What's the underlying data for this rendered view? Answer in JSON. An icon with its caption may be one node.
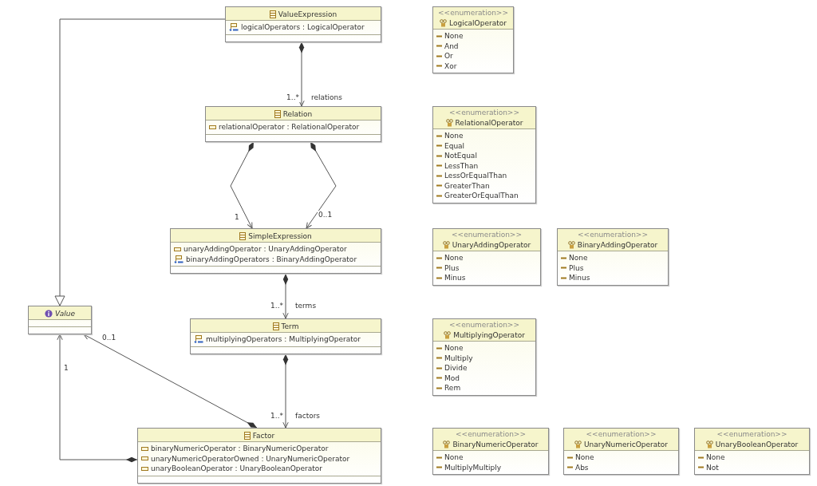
{
  "diagram": {
    "nodes": [
      {
        "text": [
          "ValueExpression",
          "logicalOperators : LogicalOperator"
        ]
      },
      {
        "text": [
          "Relation",
          "relationalOperator : RelationalOperator"
        ]
      },
      {
        "text": [
          "SimpleExpression",
          "unaryAddingOperator : UnaryAddingOperator",
          "binaryAddingOperators : BinaryAddingOperator"
        ]
      },
      {
        "text": [
          "Term",
          "multiplyingOperators : MultiplyingOperator"
        ]
      },
      {
        "text": [
          "Value"
        ]
      },
      {
        "text": [
          "Factor",
          "binaryNumericOperator : BinaryNumericOperator",
          "unaryNumericOperatorOwned : UnaryNumericOperator",
          "unaryBooleanOperator : UnaryBooleanOperator"
        ]
      },
      {
        "text": [
          "<<enumeration>>",
          "LogicalOperator",
          "None",
          "And",
          "Or",
          "Xor"
        ]
      },
      {
        "text": [
          "<<enumeration>>",
          "RelationalOperator",
          "None",
          "Equal",
          "NotEqual",
          "LessThan",
          "LessOrEqualThan",
          "GreaterThan",
          "GreaterOrEqualThan"
        ]
      },
      {
        "text": [
          "<<enumeration>>",
          "UnaryAddingOperator",
          "None",
          "Plus",
          "Minus"
        ]
      },
      {
        "text": [
          "<<enumeration>>",
          "BinaryAddingOperator",
          "None",
          "Plus",
          "Minus"
        ]
      },
      {
        "text": [
          "<<enumeration>>",
          "MultiplyingOperator",
          "None",
          "Multiply",
          "Divide",
          "Mod",
          "Rem"
        ]
      },
      {
        "text": [
          "<<enumeration>>",
          "BinaryNumericOperator",
          "None",
          "MultiplyMultiply"
        ]
      },
      {
        "text": [
          "<<enumeration>>",
          "UnaryNumericOperator",
          "None",
          "Abs"
        ]
      },
      {
        "text": [
          "<<enumeration>>",
          "UnaryBooleanOperator",
          "None",
          "Not"
        ]
      }
    ],
    "edges": [
      {
        "from": 0,
        "to": 4,
        "arrow": "to"
      },
      {
        "from": 0,
        "to": 1,
        "arrow": "to",
        "label": "relations"
      },
      {
        "from": 1,
        "to": 2,
        "arrow": "to",
        "label": "1"
      },
      {
        "from": 1,
        "to": 2,
        "arrow": "to",
        "label": "0..1"
      },
      {
        "from": 2,
        "to": 3,
        "arrow": "to",
        "label": "terms"
      },
      {
        "from": 3,
        "to": 5,
        "arrow": "to",
        "label": "factors"
      },
      {
        "from": 5,
        "to": 4,
        "arrow": "to",
        "label": "0..1"
      },
      {
        "from": 5,
        "to": 4,
        "arrow": "to",
        "label": "1"
      }
    ],
    "labels": [
      "1..*",
      "1..*",
      "1..*"
    ]
  }
}
